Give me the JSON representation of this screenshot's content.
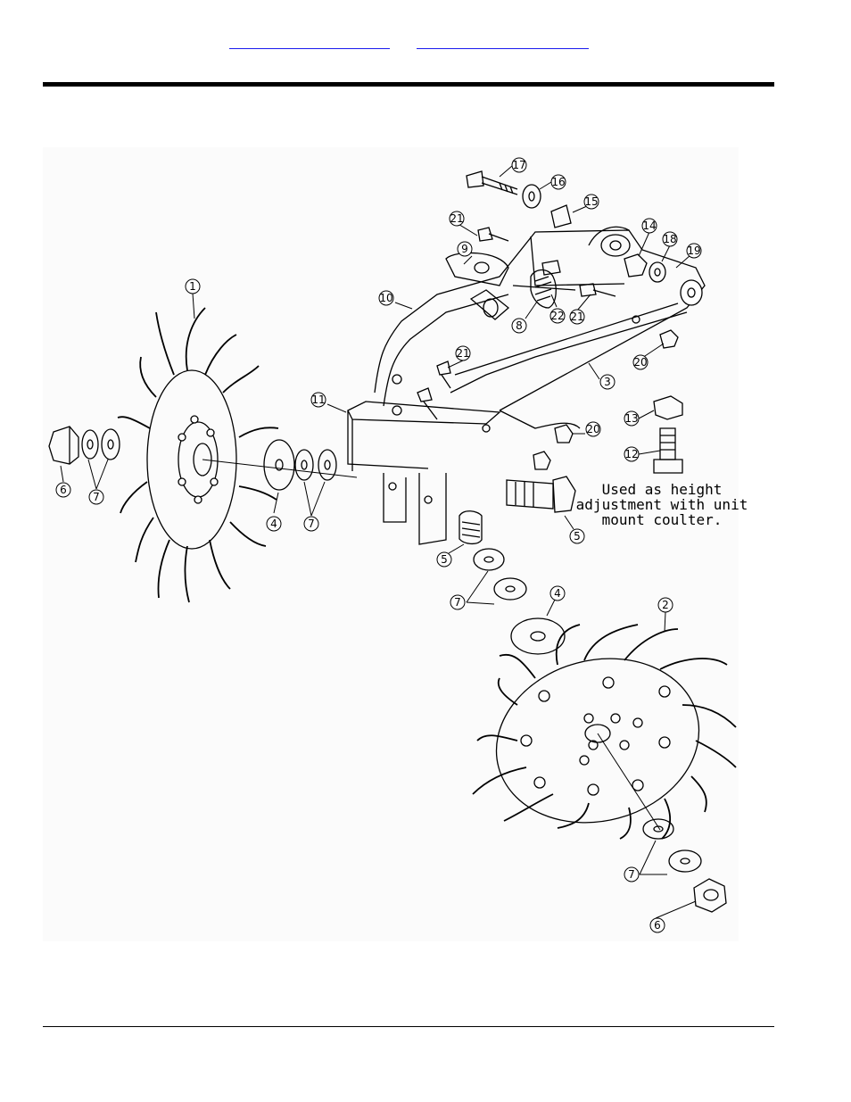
{
  "header": {
    "link1": "",
    "link2": ""
  },
  "note": {
    "line1": "Used as height",
    "line2": "adjustment with unit",
    "line3": "mount coulter."
  },
  "callouts": {
    "c1": "1",
    "c2": "2",
    "c3": "3",
    "c4a": "4",
    "c4b": "4",
    "c5a": "5",
    "c5b": "5",
    "c6a": "6",
    "c6b": "6",
    "c7a": "7",
    "c7b": "7",
    "c7c": "7",
    "c7d": "7",
    "c8": "8",
    "c9": "9",
    "c10": "10",
    "c11": "11",
    "c12": "12",
    "c13": "13",
    "c14": "14",
    "c15": "15",
    "c16": "16",
    "c17": "17",
    "c18": "18",
    "c19": "19",
    "c20a": "20",
    "c20b": "20",
    "c21a": "21",
    "c21b": "21",
    "c21c": "21",
    "c22": "22"
  }
}
